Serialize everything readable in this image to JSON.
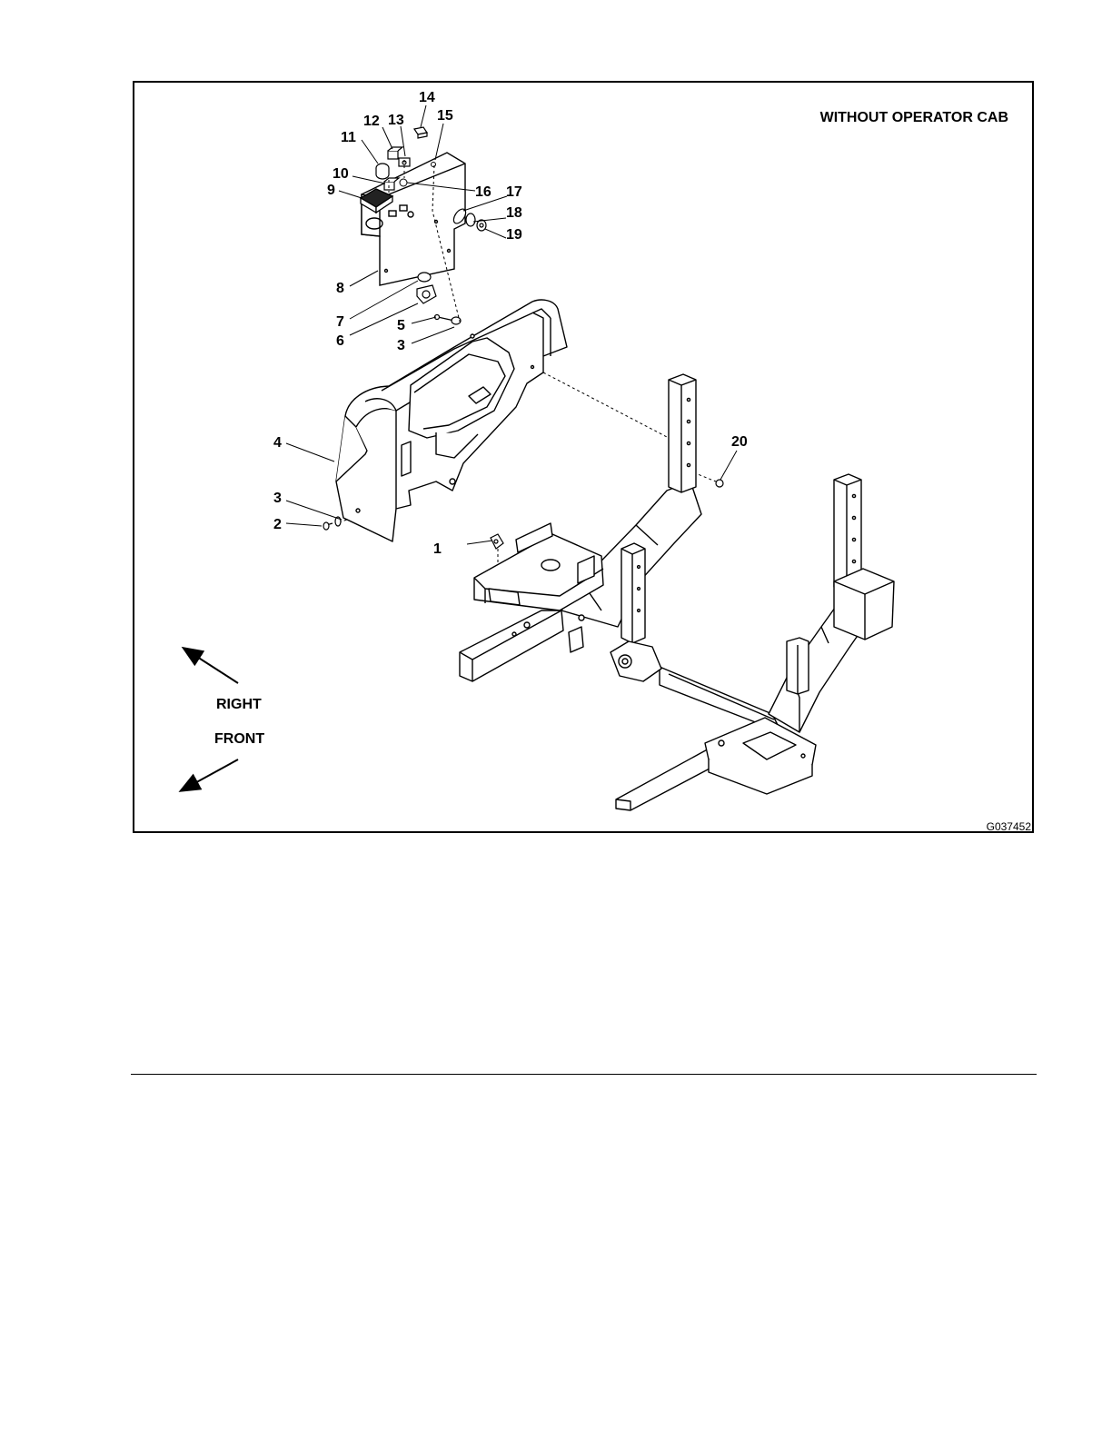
{
  "figure": {
    "heading": "WITHOUT OPERATOR CAB",
    "figure_id": "G037452",
    "direction_labels": {
      "right": "RIGHT",
      "front": "FRONT"
    },
    "callouts": [
      "1",
      "2",
      "3",
      "3",
      "3",
      "4",
      "5",
      "6",
      "7",
      "8",
      "9",
      "10",
      "11",
      "12",
      "13",
      "14",
      "15",
      "16",
      "17",
      "18",
      "19",
      "20"
    ],
    "icons": {
      "right_arrow": "arrow-up-left-icon",
      "front_arrow": "arrow-down-left-icon"
    },
    "colors": {
      "line": "#000000",
      "background": "#ffffff"
    }
  }
}
